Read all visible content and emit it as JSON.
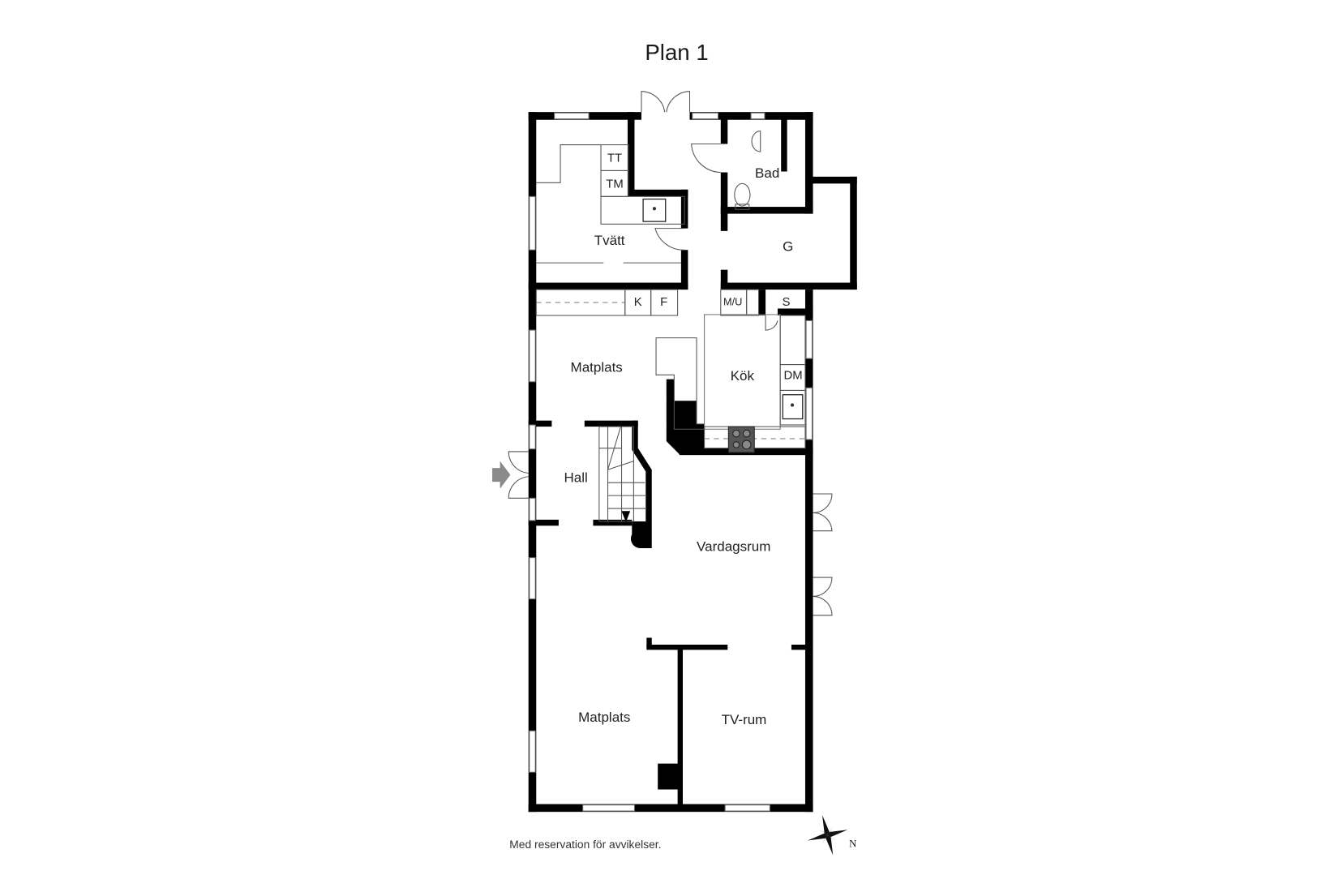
{
  "title": "Plan 1",
  "disclaimer": "Med reservation för avvikelser.",
  "compass": {
    "icon": "compass-rose-icon",
    "label": "N"
  },
  "entrance_icon": "entrance-arrow-icon",
  "rooms": {
    "tvatt": "Tvätt",
    "bad": "Bad",
    "g": "G",
    "matplats_upper": "Matplats",
    "kok": "Kök",
    "hall": "Hall",
    "vardagsrum": "Vardagsrum",
    "matplats_lower": "Matplats",
    "tv_rum": "TV-rum"
  },
  "fixtures": {
    "tt": "TT",
    "tm": "TM",
    "k": "K",
    "f": "F",
    "mu": "M/U",
    "s": "S",
    "dm": "DM"
  },
  "colors": {
    "wall": "#000000",
    "background": "#ffffff",
    "text": "#222222",
    "entrance_arrow": "#8a8a8a"
  }
}
